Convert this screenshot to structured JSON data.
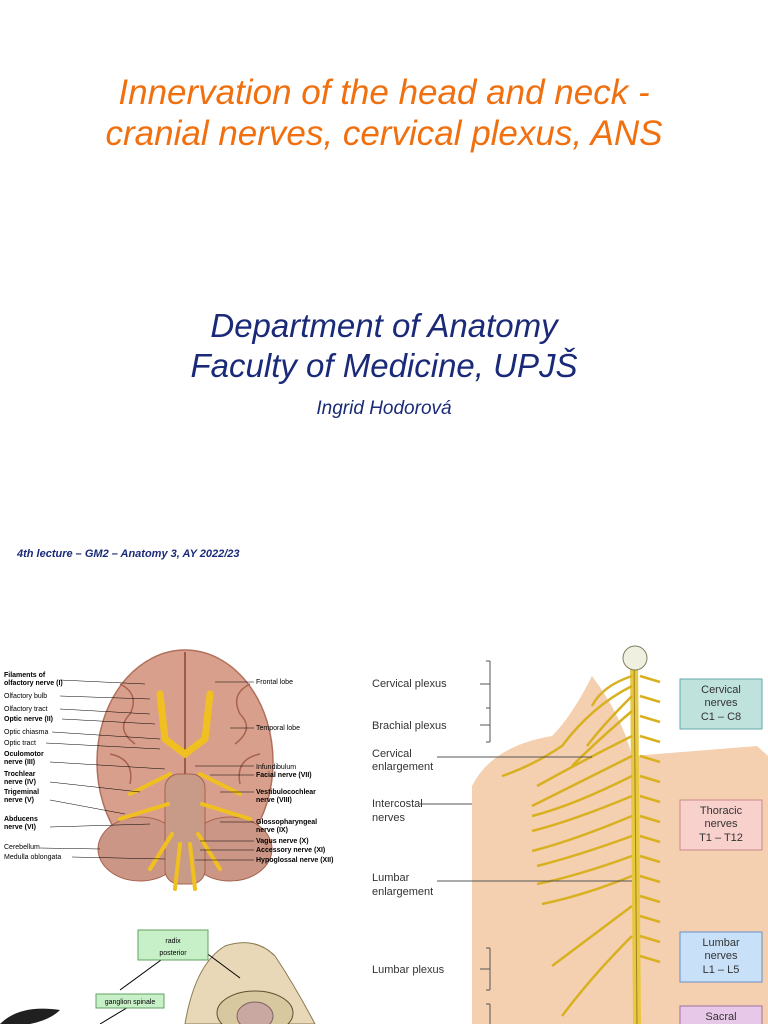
{
  "title": {
    "line1": "Innervation of the head and neck -",
    "line2": "cranial nerves, cervical plexus, ANS"
  },
  "department": {
    "line1": "Department of Anatomy",
    "line2": "Faculty of Medicine, UPJŠ"
  },
  "author": "Ingrid Hodorová",
  "lecture_info": "4th lecture – GM2 – Anatomy 3, AY 2022/23",
  "brain_figure": {
    "left_labels": [
      "Filaments of",
      "olfactory nerve (I)",
      "Olfactory bulb",
      "Olfactory tract",
      "Optic nerve (II)",
      "Optic chiasma",
      "Optic tract",
      "Oculomotor",
      "nerve (III)",
      "Trochlear",
      "nerve (IV)",
      "Trigeminal",
      "nerve (V)",
      "Abducens",
      "nerve (VI)",
      "Cerebellum",
      "Medulla oblongata"
    ],
    "right_labels": [
      "Frontal lobe",
      "Temporal lobe",
      "Infundibulum",
      "Facial nerve (VII)",
      "Vestibulocochlear",
      "nerve (VIII)",
      "Glossopharyngeal",
      "nerve (IX)",
      "Vagus nerve (X)",
      "Accessory nerve (XI)",
      "Hypoglossal nerve (XII)"
    ]
  },
  "spinal_figure": {
    "labels": [
      "radix",
      "posterior",
      "ganglion spinale"
    ]
  },
  "spine_figure": {
    "left_labels": [
      "Cervical plexus",
      "Brachial plexus",
      "Cervical",
      "enlargement",
      "Intercostal",
      "nerves",
      "Lumbar",
      "enlargement",
      "Lumbar plexus"
    ],
    "boxes": [
      {
        "line1": "Cervical",
        "line2": "nerves",
        "line3": "C1 – C8"
      },
      {
        "line1": "Thoracic",
        "line2": "nerves",
        "line3": "T1 – T12"
      },
      {
        "line1": "Lumbar",
        "line2": "nerves",
        "line3": "L1 – L5"
      },
      {
        "line1": "Sacral",
        "line2": "",
        "line3": ""
      }
    ]
  }
}
